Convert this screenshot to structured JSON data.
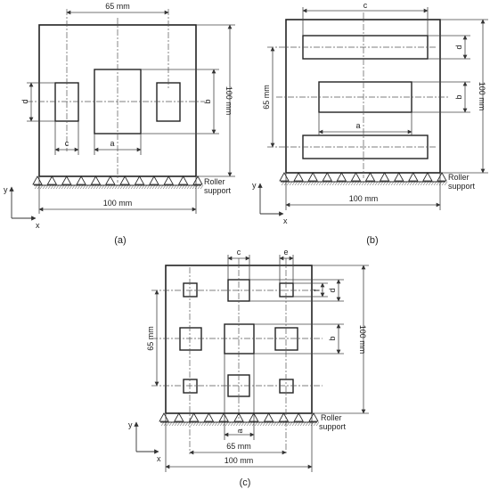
{
  "panel_a": {
    "caption": "(a)",
    "dim_top": "65 mm",
    "dim_bottom": "100 mm",
    "dim_right": "100 mm",
    "label_b": "b",
    "label_d": "d",
    "label_c": "c",
    "label_a": "a",
    "support_line1": "Roller",
    "support_line2": "support",
    "axis_x": "x",
    "axis_y": "y"
  },
  "panel_b": {
    "caption": "(b)",
    "label_c": "c",
    "label_d": "d",
    "label_b": "b",
    "label_a": "a",
    "dim_left": "65 mm",
    "dim_right": "100 mm",
    "dim_bottom": "100 mm",
    "support_line1": "Roller",
    "support_line2": "support",
    "axis_x": "x",
    "axis_y": "y"
  },
  "panel_c": {
    "caption": "(c)",
    "label_c": "c",
    "label_e": "e",
    "label_f": "f",
    "label_d": "d",
    "label_b": "b",
    "label_a": "a",
    "dim_left": "65 mm",
    "dim_right": "100 mm",
    "dim_bottom_inner": "65 mm",
    "dim_bottom": "100 mm",
    "support_line1": "Roller",
    "support_line2": "support",
    "axis_x": "x",
    "axis_y": "y"
  }
}
